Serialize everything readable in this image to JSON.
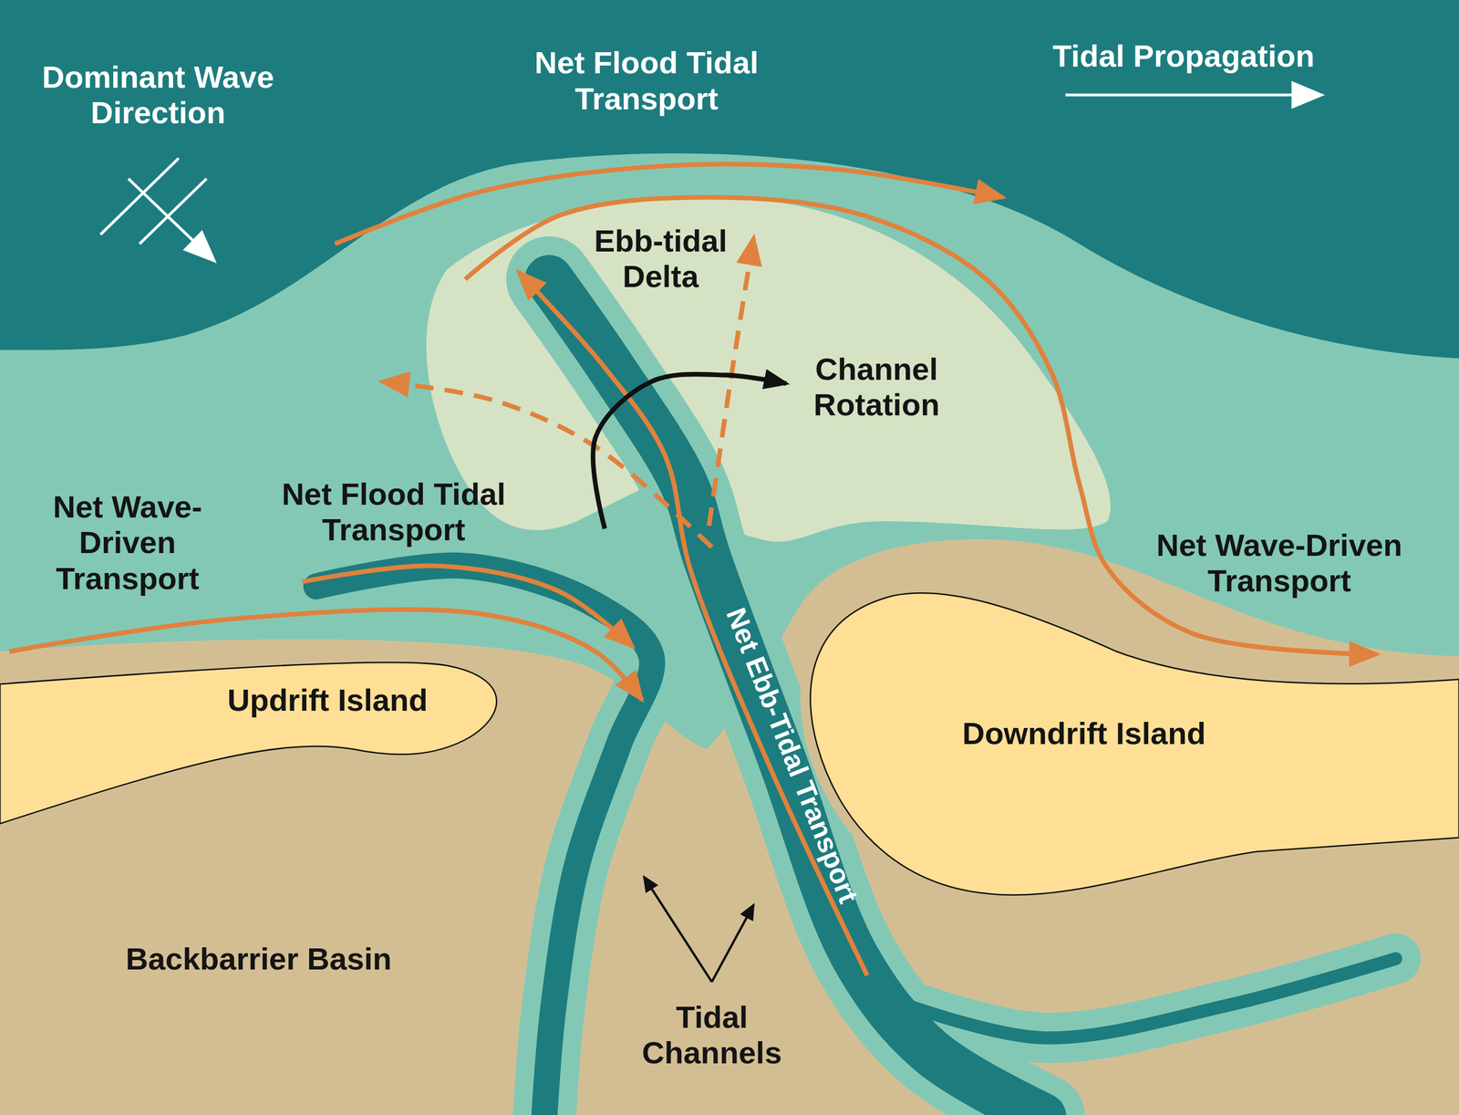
{
  "diagram": {
    "nodes": [
      {
        "text": [
          "Ebb-tidal Delta"
        ]
      },
      {
        "text": [
          "Updrift Island"
        ]
      },
      {
        "text": [
          "Downdrift Island"
        ]
      },
      {
        "text": [
          "Backbarrier Basin"
        ]
      }
    ],
    "labels": [
      "Dominant Wave Direction",
      "Net Flood Tidal Transport",
      "Tidal Propagation",
      "Channel Rotation",
      "Net Wave-Driven Transport",
      "Net Flood Tidal Transport",
      "Net Wave-Driven Transport",
      "Net Ebb-Tidal Transport",
      "Tidal Channels"
    ]
  }
}
